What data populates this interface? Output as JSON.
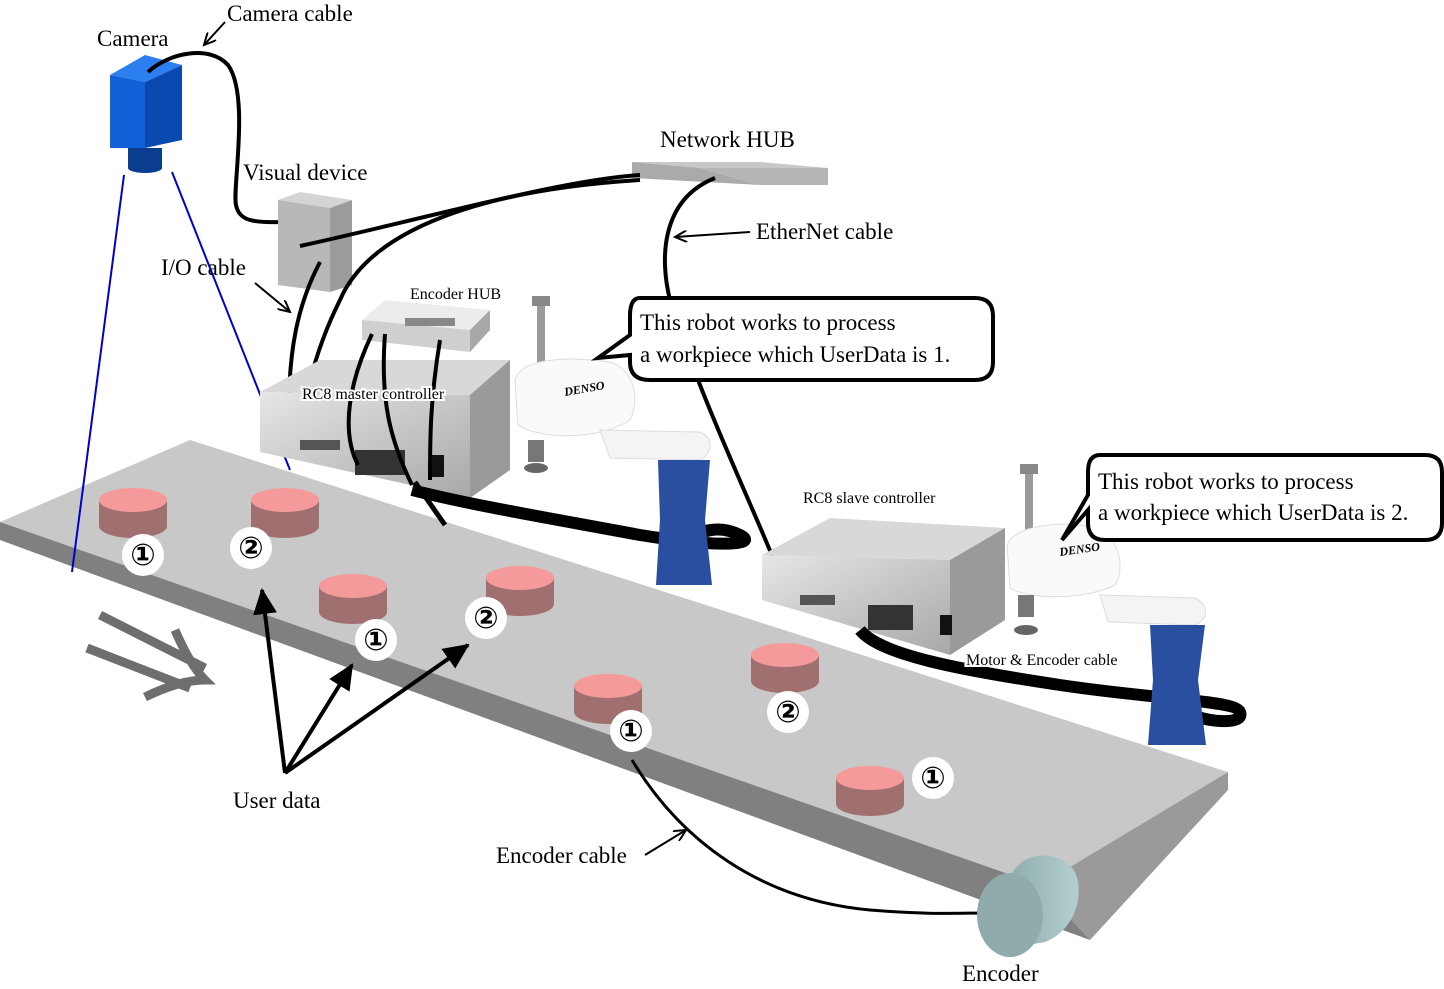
{
  "labels": {
    "camera": "Camera",
    "camera_cable": "Camera cable",
    "visual_device": "Visual device",
    "io_cable": "I/O cable",
    "network_hub": "Network HUB",
    "ethernet_cable": "EtherNet cable",
    "encoder_hub": "Encoder HUB",
    "rc8_master": "RC8 master controller",
    "rc8_slave": "RC8 slave controller",
    "motor_encoder_cable": "Motor & Encoder cable",
    "user_data": "User data",
    "encoder_cable": "Encoder cable",
    "encoder": "Encoder",
    "robot_brand": "DENSO"
  },
  "callouts": {
    "robot1": {
      "line1": "This robot works to process",
      "line2": "a workpiece which UserData is 1."
    },
    "robot2": {
      "line1": "This robot works to process",
      "line2": "a workpiece which UserData is 2."
    }
  },
  "workpieces": [
    {
      "id": "wp1",
      "user_data": "①"
    },
    {
      "id": "wp2",
      "user_data": "②"
    },
    {
      "id": "wp3",
      "user_data": "①"
    },
    {
      "id": "wp4",
      "user_data": "②"
    },
    {
      "id": "wp5",
      "user_data": "①"
    },
    {
      "id": "wp6",
      "user_data": "②"
    },
    {
      "id": "wp7",
      "user_data": "①"
    }
  ],
  "colors": {
    "camera_blue": "#1060d8",
    "workpiece_top": "#f59a9a",
    "workpiece_side": "#a07070",
    "conveyor_top": "#c8c8c8",
    "conveyor_edge": "#808080",
    "robot_base_blue": "#2a4fa0",
    "encoder_teal": "#8fb0b0",
    "field_of_view": "#0000cc",
    "brand_red": "#cc1a2a"
  }
}
